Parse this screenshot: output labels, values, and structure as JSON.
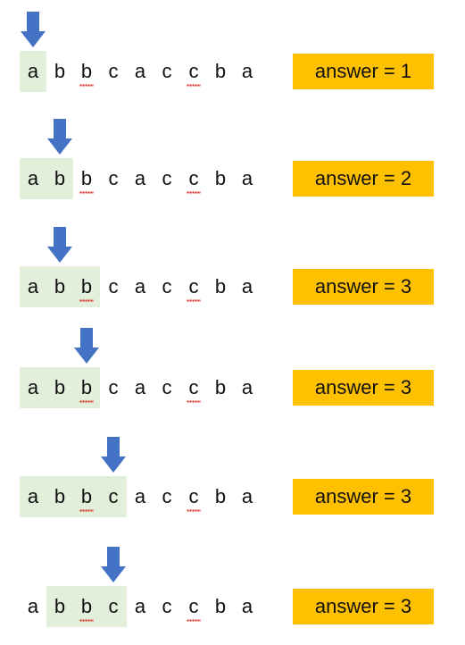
{
  "colors": {
    "arrow": "#4472c4",
    "window": "#e2efda",
    "answer_box": "#ffc000",
    "spell_squiggle": "#d93025"
  },
  "icons": {
    "pointer": "down-arrow-icon"
  },
  "steps": [
    {
      "chars": [
        "a",
        "b",
        "b",
        "c",
        "a",
        "c",
        "c",
        "b",
        "a"
      ],
      "pointer_index": 0,
      "window_start": 0,
      "window_end": 0,
      "answer": "answer = 1"
    },
    {
      "chars": [
        "a",
        "b",
        "b",
        "c",
        "a",
        "c",
        "c",
        "b",
        "a"
      ],
      "pointer_index": 1,
      "window_start": 0,
      "window_end": 1,
      "answer": "answer = 2"
    },
    {
      "chars": [
        "a",
        "b",
        "b",
        "c",
        "a",
        "c",
        "c",
        "b",
        "a"
      ],
      "pointer_index": 1,
      "window_start": 0,
      "window_end": 2,
      "answer": "answer = 3"
    },
    {
      "chars": [
        "a",
        "b",
        "b",
        "c",
        "a",
        "c",
        "c",
        "b",
        "a"
      ],
      "pointer_index": 2,
      "window_start": 0,
      "window_end": 2,
      "answer": "answer = 3"
    },
    {
      "chars": [
        "a",
        "b",
        "b",
        "c",
        "a",
        "c",
        "c",
        "b",
        "a"
      ],
      "pointer_index": 3,
      "window_start": 0,
      "window_end": 3,
      "answer": "answer = 3"
    },
    {
      "chars": [
        "a",
        "b",
        "b",
        "c",
        "a",
        "c",
        "c",
        "b",
        "a"
      ],
      "pointer_index": 3,
      "window_start": 1,
      "window_end": 3,
      "answer": "answer = 3"
    }
  ]
}
